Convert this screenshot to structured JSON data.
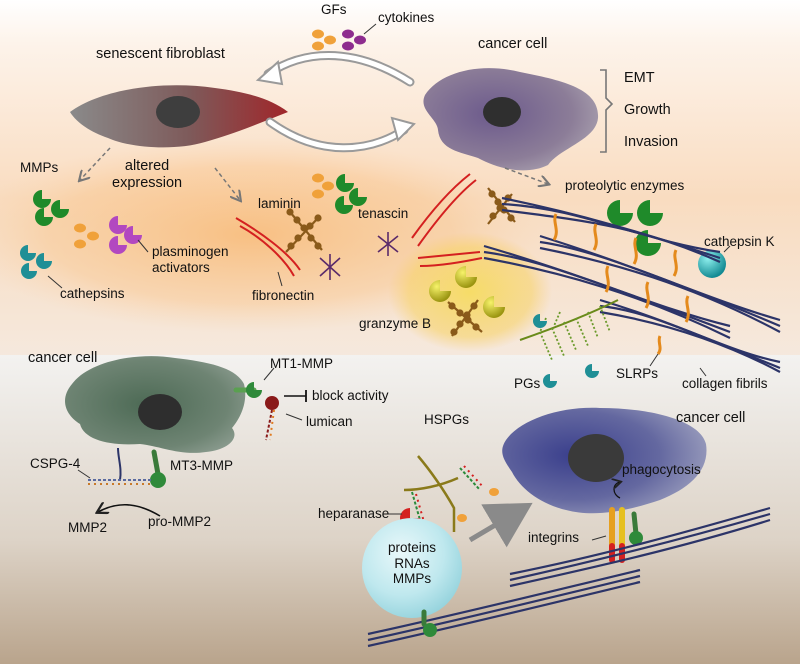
{
  "labels": {
    "gfs": "GFs",
    "cytokines": "cytokines",
    "senescent_fibroblast": "senescent fibroblast",
    "cancer_cell_top": "cancer cell",
    "emt": "EMT",
    "growth": "Growth",
    "invasion": "Invasion",
    "mmps": "MMPs",
    "altered_expression": "altered\nexpression",
    "laminin": "laminin",
    "tenascin": "tenascin",
    "proteolytic_enzymes": "proteolytic enzymes",
    "cathepsin_k": "cathepsin K",
    "plasminogen_activators": "plasminogen\nactivators",
    "cathepsins": "cathepsins",
    "fibronectin": "fibronectin",
    "granzyme_b": "granzyme B",
    "cancer_cell_mid": "cancer cell",
    "mt1_mmp": "MT1-MMP",
    "block_activity": "block activity",
    "lumican": "lumican",
    "pgs": "PGs",
    "slrps": "SLRPs",
    "collagen_fibrils": "collagen fibrils",
    "hspgs": "HSPGs",
    "cancer_cell_bottom": "cancer cell",
    "cspg4": "CSPG-4",
    "mt3_mmp": "MT3-MMP",
    "phagocytosis": "phagocytosis",
    "heparanase": "heparanase",
    "integrins": "integrins",
    "mmp2": "MMP2",
    "pro_mmp2": "pro-MMP2",
    "vesicle_text": "proteins\nRNAs\nMMPs"
  },
  "colors": {
    "orange_dot": "#f0a13a",
    "purple_dot": "#8e2c8e",
    "mmp_green": "#1f8a2a",
    "cathepsin_teal": "#1f8f96",
    "plasminogen_purple": "#b248c0",
    "granzyme_yellow": "#c9c418",
    "fibronectin_red": "#d42020",
    "laminin_brown": "#8a5a1a",
    "collagen_navy": "#2c3468",
    "slrp_orange": "#e48a1c"
  }
}
